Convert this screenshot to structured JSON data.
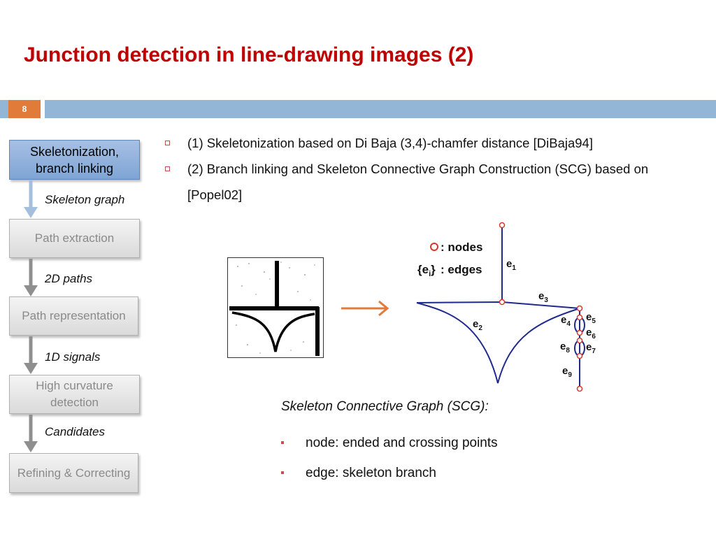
{
  "slide": {
    "title": "Junction detection in line-drawing images (2)",
    "number": "8"
  },
  "colors": {
    "title": "#c00000",
    "accent_orange": "#e07b39",
    "bar_blue": "#93b6d6",
    "bullet_red": "#c0504d",
    "graph_blue": "#1f2a8c",
    "node_red": "#d9372b"
  },
  "flow": {
    "steps": [
      {
        "label": "Skeletonization, branch linking",
        "active": true
      },
      {
        "label": "Path extraction",
        "active": false
      },
      {
        "label": "Path representation",
        "active": false
      },
      {
        "label": "High curvature detection",
        "active": false
      },
      {
        "label": "Refining & Correcting",
        "active": false
      }
    ],
    "connector_labels": [
      "Skeleton graph",
      "2D paths",
      "1D signals",
      "Candidates"
    ]
  },
  "bullets": [
    "(1) Skeletonization based on Di Baja (3,4)-chamfer distance [DiBaja94]",
    "(2) Branch linking and Skeleton Connective Graph Construction (SCG) based on [Popel02]"
  ],
  "graph": {
    "legend_nodes": ": nodes",
    "legend_edges_symbol": "{e",
    "legend_edges_sub": "i",
    "legend_edges_close": "}",
    "legend_edges": ": edges",
    "edge_labels": [
      {
        "base": "e",
        "sub": "1"
      },
      {
        "base": "e",
        "sub": "2"
      },
      {
        "base": "e",
        "sub": "3"
      },
      {
        "base": "e",
        "sub": "4"
      },
      {
        "base": "e",
        "sub": "5"
      },
      {
        "base": "e",
        "sub": "6"
      },
      {
        "base": "e",
        "sub": "7"
      },
      {
        "base": "e",
        "sub": "8"
      },
      {
        "base": "e",
        "sub": "9"
      }
    ]
  },
  "scg": {
    "caption": "Skeleton Connective Graph (SCG):",
    "items": [
      "node: ended and crossing points",
      "edge: skeleton branch"
    ]
  }
}
